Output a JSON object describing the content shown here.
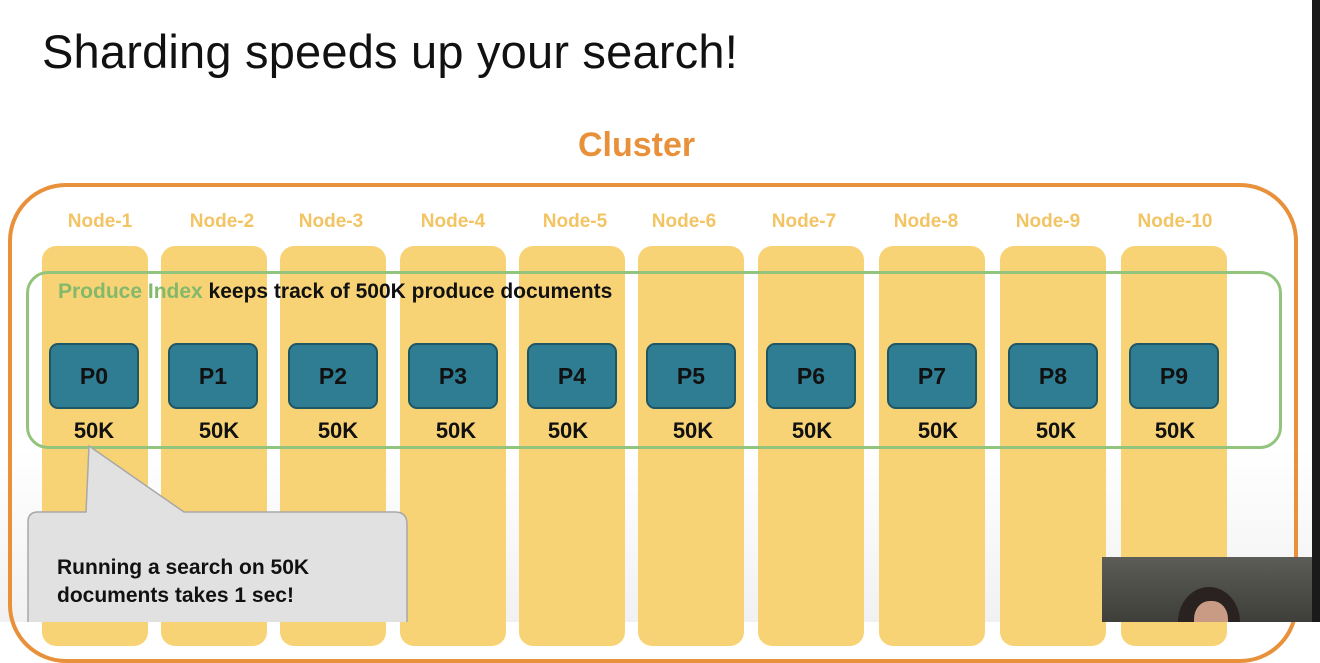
{
  "slide": {
    "title": "Sharding speeds up your search!"
  },
  "cluster": {
    "label": "Cluster",
    "nodes": [
      "Node-1",
      "Node-2",
      "Node-3",
      "Node-4",
      "Node-5",
      "Node-6",
      "Node-7",
      "Node-8",
      "Node-9",
      "Node-10"
    ]
  },
  "index": {
    "name": "Produce Index",
    "description": "keeps track of 500K produce documents",
    "shards": [
      {
        "label": "P0",
        "size": "50K"
      },
      {
        "label": "P1",
        "size": "50K"
      },
      {
        "label": "P2",
        "size": "50K"
      },
      {
        "label": "P3",
        "size": "50K"
      },
      {
        "label": "P4",
        "size": "50K"
      },
      {
        "label": "P5",
        "size": "50K"
      },
      {
        "label": "P6",
        "size": "50K"
      },
      {
        "label": "P7",
        "size": "50K"
      },
      {
        "label": "P8",
        "size": "50K"
      },
      {
        "label": "P9",
        "size": "50K"
      }
    ]
  },
  "callout": {
    "line1": "Running a search on 50K",
    "line2": "documents takes 1 sec!"
  },
  "colors": {
    "cluster_orange": "#e8913a",
    "node_yellow": "#f8d376",
    "index_green": "#93c47d",
    "shard_teal": "#2f7d92"
  }
}
